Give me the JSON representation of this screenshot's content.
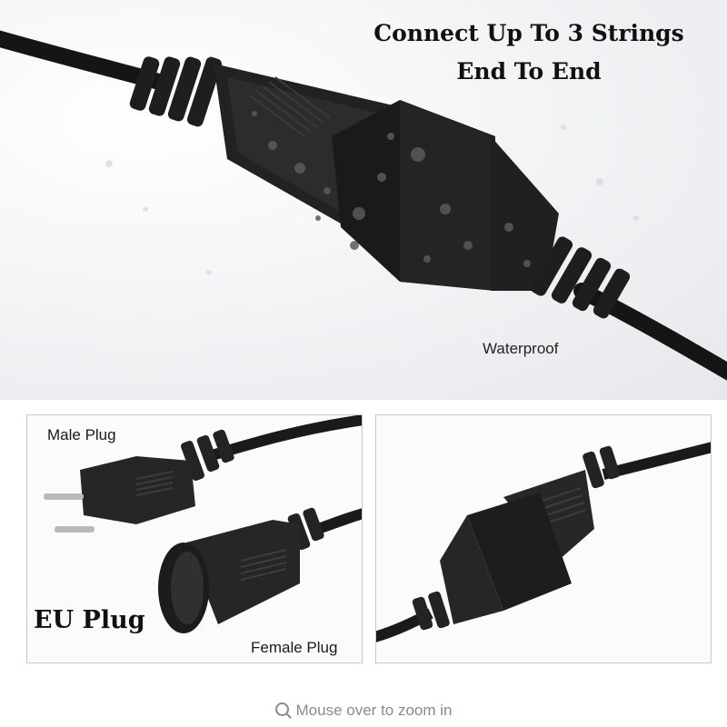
{
  "headline": {
    "line1": "Connect Up To 3 Strings",
    "line2": "End To End"
  },
  "feature_label": "Waterproof",
  "left_panel": {
    "male_label": "Male Plug",
    "female_label": "Female Plug",
    "type_label": "EU Plug"
  },
  "zoom_hint": "Mouse over to zoom in",
  "icons": {
    "zoom": "magnifier-icon"
  },
  "colors": {
    "cable": "#1b1b1b",
    "plug": "#262626",
    "text": "#111111",
    "hint": "#8a8a8a"
  }
}
